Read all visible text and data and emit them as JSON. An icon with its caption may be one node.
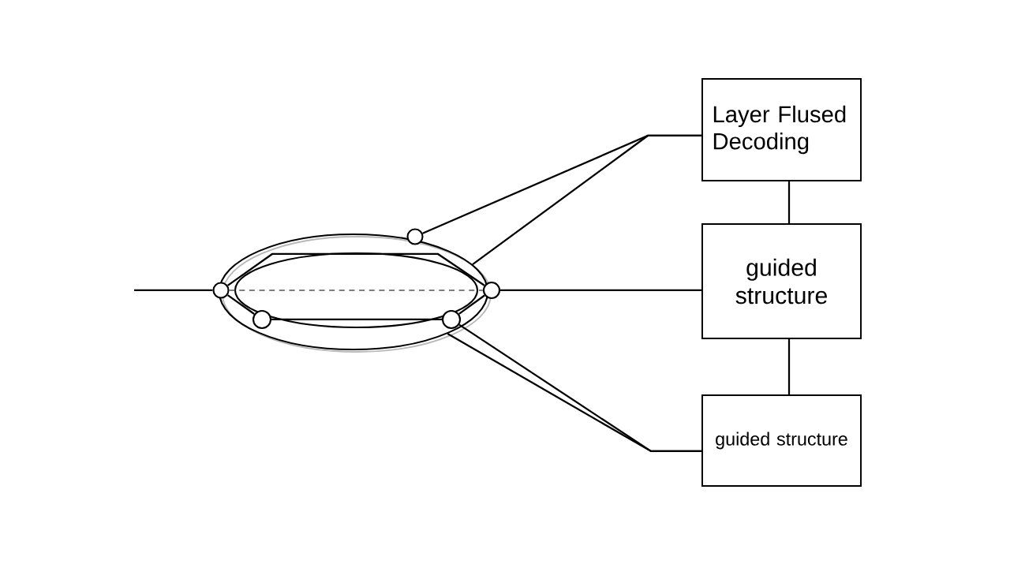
{
  "diagram": {
    "nodes": [
      {
        "text": [],
        "shape": "ellipse"
      },
      {
        "text": [],
        "shape": "circle"
      },
      {
        "text": [],
        "shape": "circle"
      },
      {
        "text": [],
        "shape": "circle",
        "in": 0
      },
      {
        "text": [],
        "shape": "circle",
        "in": 0
      },
      {
        "text": [],
        "shape": "circle"
      },
      {
        "text": [
          "Layer Flused Decoding"
        ]
      },
      {
        "text": [
          "guided structure"
        ]
      },
      {
        "text": [
          "guided structure"
        ]
      }
    ],
    "edges": [
      {
        "from": null,
        "to": 1,
        "arrow": "none"
      },
      {
        "from": 1,
        "to": 5,
        "arrow": "none",
        "style": "dashed",
        "color": "#555555"
      },
      {
        "from": 1,
        "to": 5,
        "arrow": "none"
      },
      {
        "from": 1,
        "to": 3,
        "arrow": "none"
      },
      {
        "from": 3,
        "to": 4,
        "arrow": "none"
      },
      {
        "from": 4,
        "to": 5,
        "arrow": "none"
      },
      {
        "from": 2,
        "to": 6,
        "arrow": "none"
      },
      {
        "from": 0,
        "to": 6,
        "arrow": "none"
      },
      {
        "from": 5,
        "to": 7,
        "arrow": "none"
      },
      {
        "from": 4,
        "to": 8,
        "arrow": "none"
      },
      {
        "from": 0,
        "to": 8,
        "arrow": "none"
      },
      {
        "from": 6,
        "to": 7,
        "arrow": "none"
      },
      {
        "from": 7,
        "to": 8,
        "arrow": "none"
      }
    ]
  }
}
